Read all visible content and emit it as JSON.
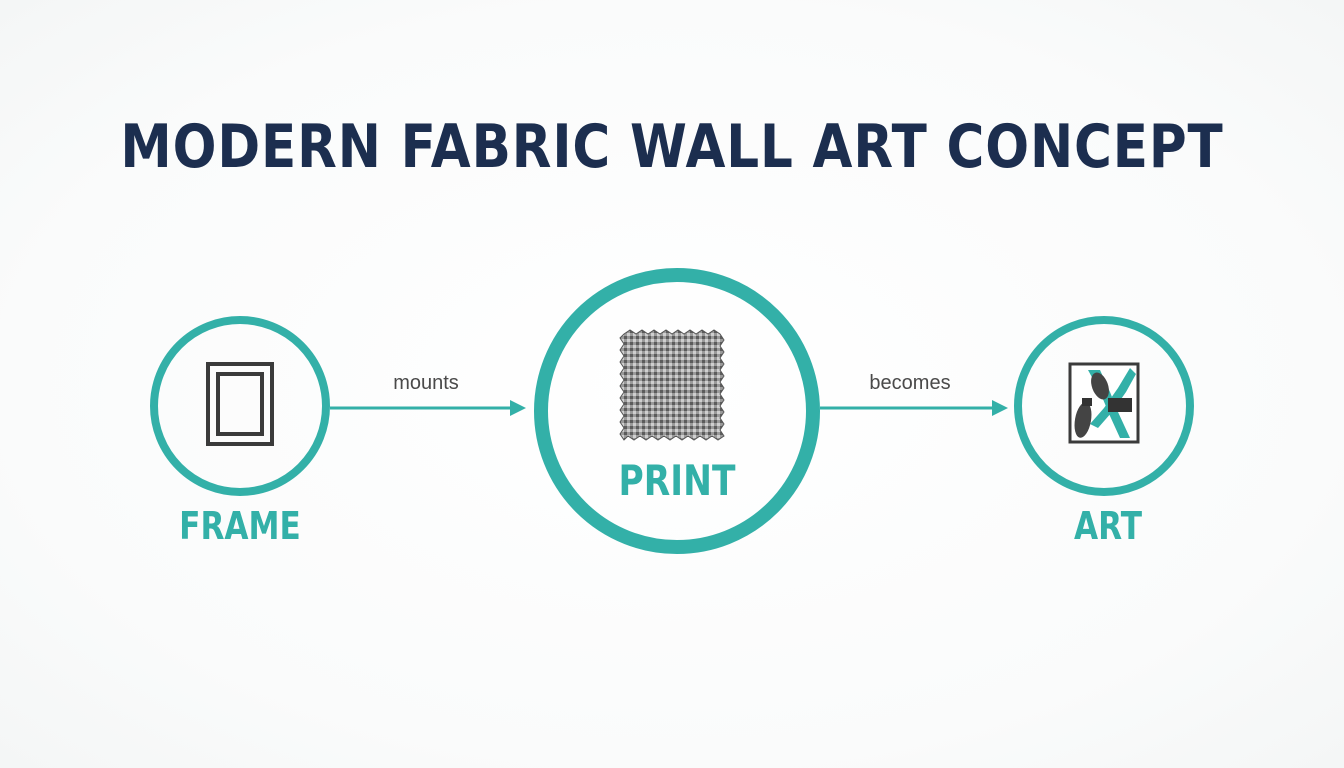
{
  "title": "MODERN FABRIC WALL ART CONCEPT",
  "colors": {
    "title": "#1c2e4f",
    "accent": "#33b0a8",
    "icon_dark": "#3b3b3b",
    "edge_text": "#4a4a4a",
    "background": "#fbfcfc"
  },
  "nodes": [
    {
      "label": "FRAME",
      "icon": "picture-frame-icon"
    },
    {
      "label": "PRINT",
      "icon": "fabric-swatch-icon"
    },
    {
      "label": "ART",
      "icon": "abstract-art-icon"
    }
  ],
  "edges": [
    {
      "label": "mounts"
    },
    {
      "label": "becomes"
    }
  ]
}
